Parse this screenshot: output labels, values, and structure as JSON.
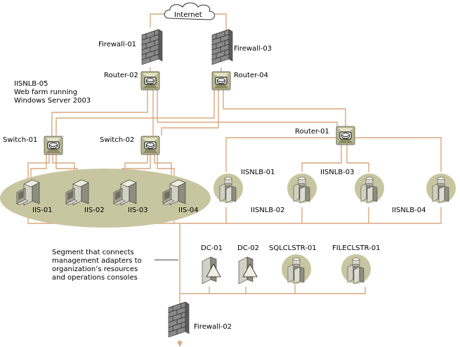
{
  "colors": {
    "cable": "#d9a87e",
    "ellipse": "#c8c6a0",
    "device_bg": "#b8b68c",
    "server_grey": "#d2d2c4"
  },
  "labels": {
    "internet": "Internet",
    "firewall01": "Firewall-01",
    "firewall03": "Firewall-03",
    "router02": "Router-02",
    "router04": "Router-04",
    "farm_line1": "IISNLB-05",
    "farm_line2": "Web farm running",
    "farm_line3": "Windows Server 2003",
    "switch01": "Switch-01",
    "switch02": "Switch-02",
    "router01": "Router-01",
    "iis01": "IIS-01",
    "iis02": "IIS-02",
    "iis03": "IIS-03",
    "iis04": "IIS-04",
    "iisnlb01": "IISNLB-01",
    "iisnlb02": "IISNLB-02",
    "iisnlb03": "IISNLB-03",
    "iisnlb04": "IISNLB-04",
    "seg_line1": "Segment that connects",
    "seg_line2": "management adapters to",
    "seg_line3": "organization’s resources",
    "seg_line4": "and operations consoles",
    "dc01": "DC-01",
    "dc02": "DC-02",
    "sqlclstr01": "SQLCLSTR-01",
    "fileclstr01": "FILECLSTR-01",
    "firewall02": "Firewall-02"
  },
  "icons": {
    "cloud": "cloud-icon",
    "firewall": "firewall-icon",
    "router": "router-icon",
    "switch": "switch-icon",
    "server": "server-icon",
    "cluster": "cluster-server-icon",
    "domain_controller": "domain-controller-icon"
  }
}
